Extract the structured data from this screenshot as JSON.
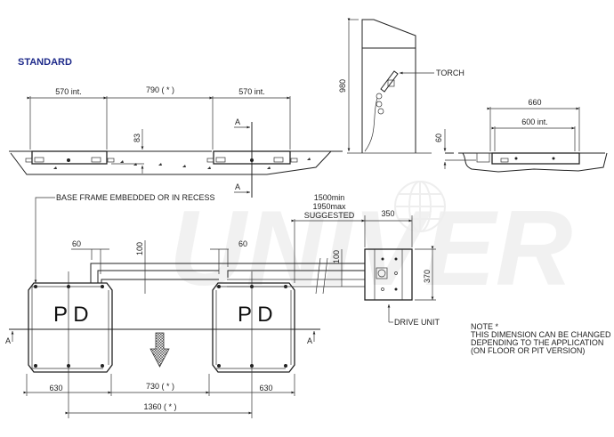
{
  "title": "STANDARD",
  "watermark": "UNIVER",
  "front_view": {
    "dim_left": "570 int.",
    "dim_center": "790 ( * )",
    "dim_right": "570 int.",
    "dim_height": "83",
    "section_marker": "A"
  },
  "column_view": {
    "dim_height": "980",
    "torch_label": "TORCH"
  },
  "side_view": {
    "dim_outer": "660",
    "dim_inner": "600 int.",
    "dim_depth": "60"
  },
  "plan_view": {
    "base_frame_label": "BASE FRAME EMBEDDED OR IN RECESS",
    "dim_gap_left": "60",
    "dim_gap_right": "60",
    "dim_channel": "100",
    "dim_channel_right": "100",
    "cable_length_min": "1500min",
    "cable_length_max": "1950max",
    "cable_length_note": "SUGGESTED",
    "drive_width": "350",
    "drive_height": "370",
    "drive_unit_label": "DRIVE UNIT",
    "platform_left_label": "P D",
    "platform_right_label": "P D",
    "dim_platform_left": "630",
    "dim_between": "730 ( * )",
    "dim_platform_right": "630",
    "dim_centers": "1360 ( * )",
    "section_marker": "A",
    "direction_arrow": "arrow-down"
  },
  "note": {
    "lines": [
      "NOTE *",
      "THIS DIMENSION CAN BE CHANGED",
      "DEPENDING TO THE APPLICATION",
      "(ON FLOOR OR PIT VERSION)"
    ]
  }
}
